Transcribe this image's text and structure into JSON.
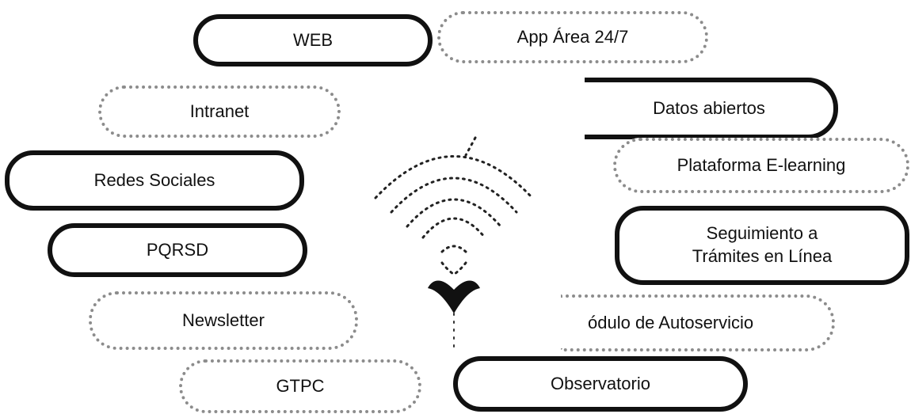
{
  "nodes": {
    "web": "WEB",
    "app": "App Área 24/7",
    "intranet": "Intranet",
    "datos": "Datos abiertos",
    "redes": "Redes Sociales",
    "plataforma": "Plataforma E-learning",
    "pqrsd": "PQRSD",
    "seguimiento": "Seguimiento a\nTrámites en Línea",
    "newsletter": "Newsletter",
    "modulo": "ódulo de Autoservicio",
    "gtpc": "GTPC",
    "observatorio": "Observatorio"
  },
  "center_icon": "signal-plant-icon"
}
